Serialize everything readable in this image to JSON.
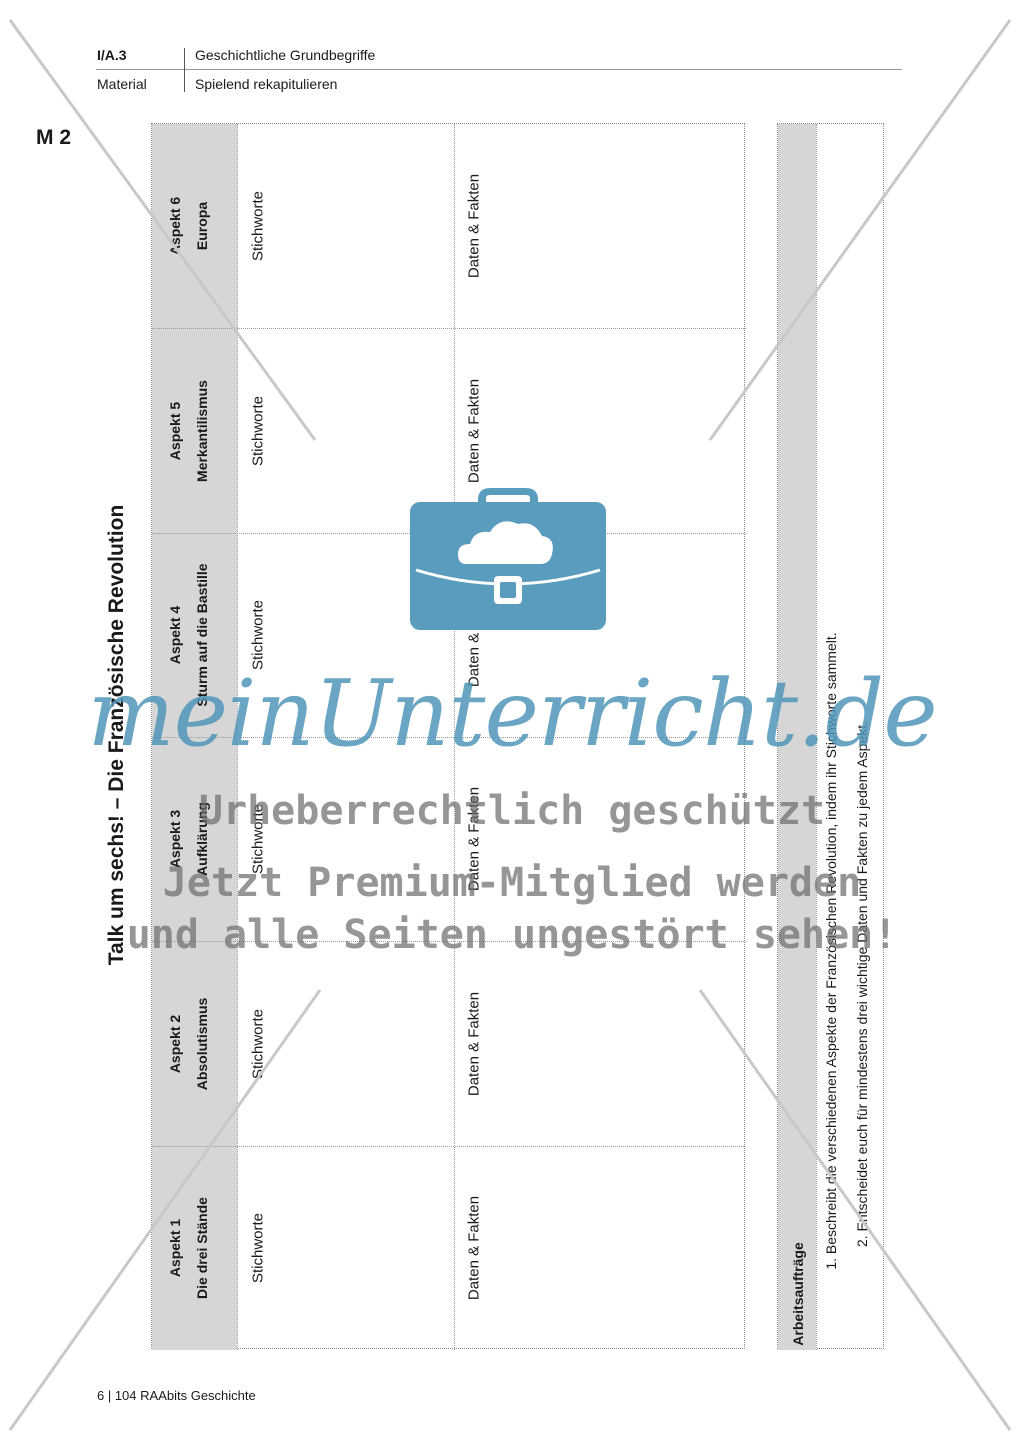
{
  "header": {
    "unit": "I/A.3",
    "topic": "Geschichtliche Grundbegriffe",
    "type": "Material",
    "subtitle": "Spielend rekapitulieren"
  },
  "material_label": "M 2",
  "title": "Talk um sechs! – Die Französische Revolution",
  "aspects": [
    {
      "label": "Aspekt 1",
      "topic": "Die drei Stände"
    },
    {
      "label": "Aspekt 2",
      "topic": "Absolutismus"
    },
    {
      "label": "Aspekt 3",
      "topic": "Aufklärung"
    },
    {
      "label": "Aspekt 4",
      "topic": "Sturm auf die Bastille"
    },
    {
      "label": "Aspekt 5",
      "topic": "Merkantilismus"
    },
    {
      "label": "Aspekt 6",
      "topic": "Europa"
    }
  ],
  "cells": {
    "keywords": "Stichworte",
    "facts": "Daten & Fakten"
  },
  "tasks": {
    "title": "Arbeitsaufträge",
    "items": [
      "1.  Beschreibt die verschiedenen Aspekte der Französischen Revolution, indem ihr Stichworte sammelt.",
      "2.  Entscheidet euch für mindestens drei wichtige Daten und Fakten zu jedem Aspekt."
    ]
  },
  "footer": "6  |  104 RAAbits Geschichte",
  "watermark": {
    "brand": "meinUnterricht.de",
    "line1": "Urheberrechtlich geschützt",
    "line2": "Jetzt Premium-Mitglied werden",
    "line3": "und alle Seiten ungestört sehen!"
  },
  "colors": {
    "band": "#d6d6d6",
    "watermark_blue": "#4f94b8",
    "watermark_gray": "#6e6e6e"
  }
}
